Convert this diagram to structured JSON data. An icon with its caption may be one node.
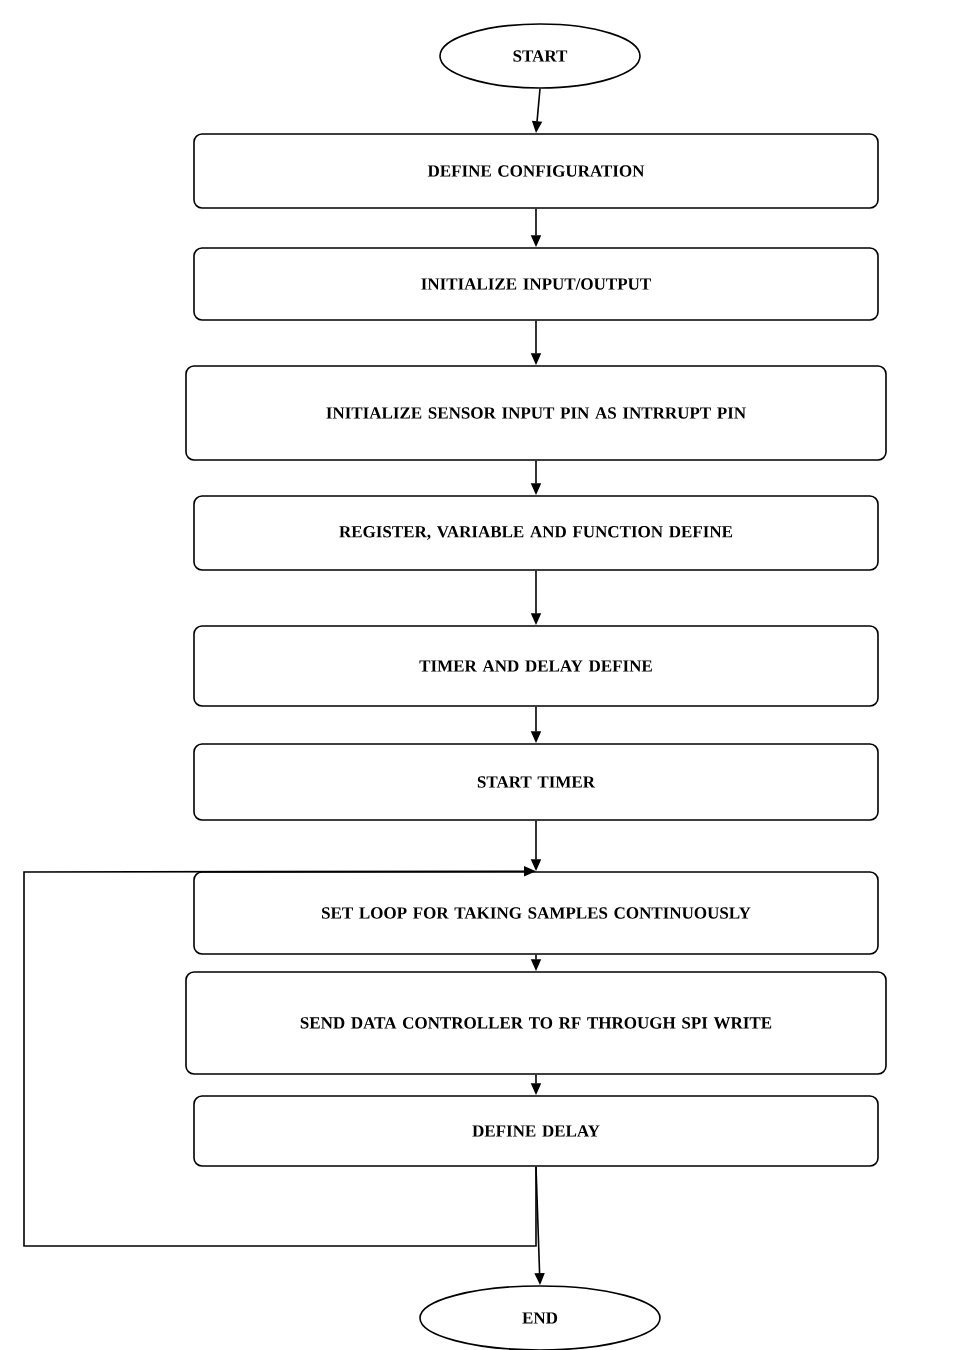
{
  "diagram": {
    "nodes": [
      {
        "text": [
          "START"
        ]
      },
      {
        "text": [
          "DEFINE CONFIGURATION"
        ]
      },
      {
        "text": [
          "INITIALIZE INPUT/OUTPUT"
        ]
      },
      {
        "text": [
          "INITIALIZE SENSOR INPUT PIN AS INTRRUPT PIN"
        ]
      },
      {
        "text": [
          "REGISTER, VARIABLE AND FUNCTION DEFINE"
        ]
      },
      {
        "text": [
          "TIMER AND DELAY DEFINE"
        ]
      },
      {
        "text": [
          "START TIMER"
        ]
      },
      {
        "text": [
          "SET LOOP FOR TAKING SAMPLES CONTINUOUSLY"
        ]
      },
      {
        "text": [
          "SEND DATA CONTROLLER TO RF THROUGH SPI WRITE"
        ]
      },
      {
        "text": [
          "DEFINE DELAY"
        ]
      },
      {
        "text": [
          "END"
        ]
      }
    ],
    "edges": [
      {
        "from": 0,
        "to": 1,
        "arrow": "to"
      },
      {
        "from": 1,
        "to": 2,
        "arrow": "to"
      },
      {
        "from": 2,
        "to": 3,
        "arrow": "to"
      },
      {
        "from": 3,
        "to": 4,
        "arrow": "to"
      },
      {
        "from": 4,
        "to": 5,
        "arrow": "to"
      },
      {
        "from": 5,
        "to": 6,
        "arrow": "to"
      },
      {
        "from": 6,
        "to": 7,
        "arrow": "to"
      },
      {
        "from": 7,
        "to": 8,
        "arrow": "to"
      },
      {
        "from": 8,
        "to": 9,
        "arrow": "to"
      },
      {
        "from": 9,
        "to": 10,
        "arrow": "to"
      },
      {
        "from": 9,
        "to": 7,
        "arrow": "to"
      }
    ]
  }
}
